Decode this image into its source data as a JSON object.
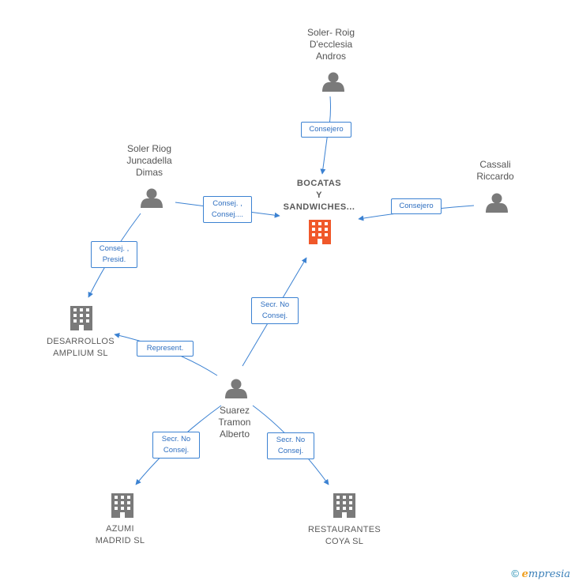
{
  "nodes": {
    "main_company": {
      "label": "BOCATAS\nY\nSANDWICHES..."
    },
    "soler_roig": {
      "label": "Soler- Roig\nD'ecclesia\nAndros"
    },
    "soler_riog": {
      "label": "Soler Riog\nJuncadella\nDimas"
    },
    "cassali": {
      "label": "Cassali\nRiccardo"
    },
    "desarrollos": {
      "label": "DESARROLLOS\nAMPLIUM SL"
    },
    "suarez": {
      "label": "Suarez\nTramon\nAlberto"
    },
    "azumi": {
      "label": "AZUMI\nMADRID SL"
    },
    "restaurantes": {
      "label": "RESTAURANTES\nCOYA SL"
    }
  },
  "edges": {
    "soler_roig_main": "Consejero",
    "soler_riog_main": "Consej. ,\nConsej....",
    "cassali_main": "Consejero",
    "soler_riog_desarrollos": "Consej. ,\nPresid.",
    "suarez_desarrollos": "Represent.",
    "suarez_main": "Secr. No\nConsej.",
    "suarez_azumi": "Secr. No\nConsej.",
    "suarez_restaurantes": "Secr. No\nConsej."
  },
  "colors": {
    "edge": "#3c82d2",
    "person_icon": "#7a7a7a",
    "company_icon": "#7a7a7a",
    "main_company_icon": "#f0582a"
  },
  "footer": {
    "copyright_symbol": "©",
    "brand_initial": "e",
    "brand_rest": "mpresia"
  }
}
